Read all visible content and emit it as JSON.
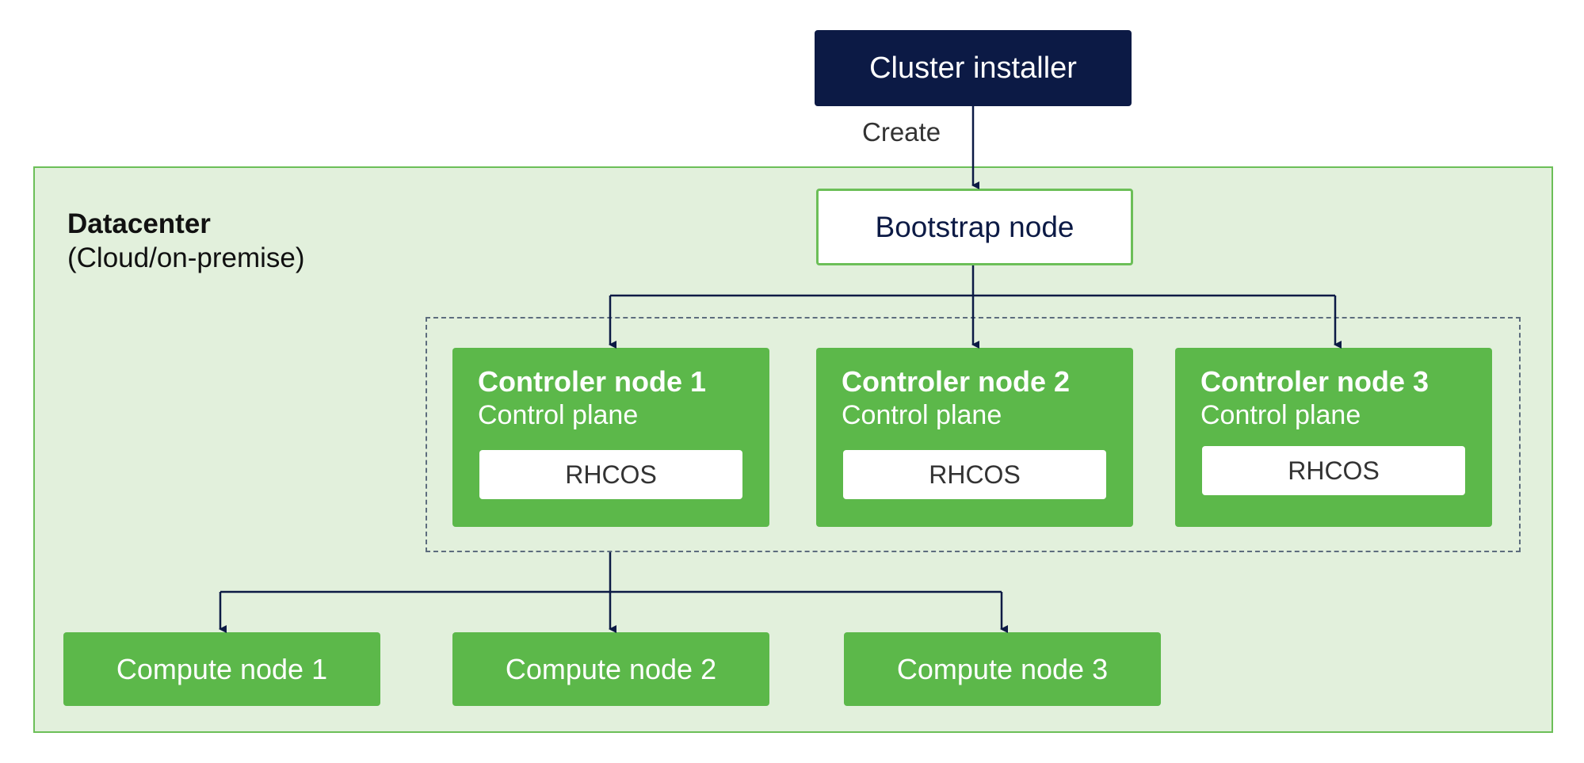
{
  "installer": {
    "label": "Cluster installer"
  },
  "create_label": "Create",
  "datacenter": {
    "title": "Datacenter",
    "subtitle": "(Cloud/on-premise)"
  },
  "bootstrap": {
    "label": "Bootstrap node"
  },
  "controllers": [
    {
      "title": "Controler node 1",
      "subtitle": "Control plane",
      "os": "RHCOS"
    },
    {
      "title": "Controler node 2",
      "subtitle": "Control plane",
      "os": "RHCOS"
    },
    {
      "title": "Controler node 3",
      "subtitle": "Control plane",
      "os": "RHCOS"
    }
  ],
  "computes": [
    {
      "label": "Compute node 1"
    },
    {
      "label": "Compute node 2"
    },
    {
      "label": "Compute node 3"
    }
  ],
  "colors": {
    "navy": "#0c1a45",
    "green": "#5cb84a",
    "light_green_bg": "#e2f0dc",
    "border_green": "#6cbf58"
  }
}
